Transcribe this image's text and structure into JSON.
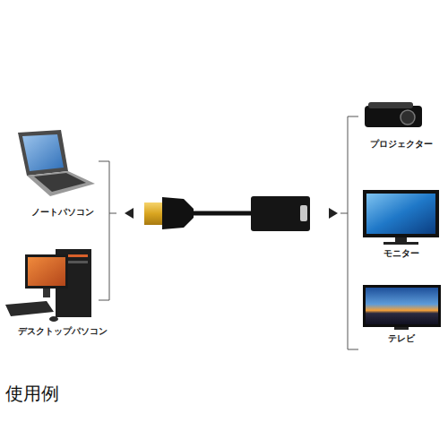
{
  "diagram": {
    "caption": "使用例",
    "nodes": [
      {
        "text": [
          "ノートパソコン"
        ]
      },
      {
        "text": [
          "デスクトップパソコン"
        ]
      },
      {
        "text": [
          "プロジェクター"
        ]
      },
      {
        "text": [
          "モニター"
        ]
      },
      {
        "text": [
          "テレビ"
        ]
      }
    ]
  }
}
